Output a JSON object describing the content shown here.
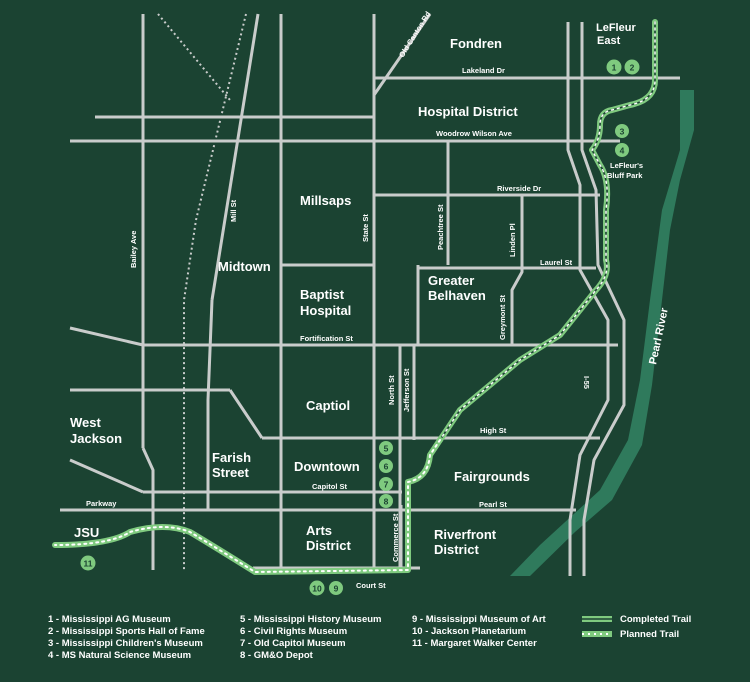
{
  "colors": {
    "background": "#1b4332",
    "road": "#c9cccb",
    "river": "#2f7a5c",
    "trail": "#7fca7f",
    "badge": "#7fca7f"
  },
  "neighborhoods": {
    "fondren": "Fondren",
    "lefleur_east_1": "LeFleur",
    "lefleur_east_2": "East",
    "hospital_district": "Hospital District",
    "millsaps": "Millsaps",
    "midtown": "Midtown",
    "baptist_1": "Baptist",
    "baptist_2": "Hospital",
    "greater_belhaven_1": "Greater",
    "greater_belhaven_2": "Belhaven",
    "west_jackson_1": "West",
    "west_jackson_2": "Jackson",
    "captiol": "Captiol",
    "farish_1": "Farish",
    "farish_2": "Street",
    "downtown": "Downtown",
    "fairgrounds": "Fairgrounds",
    "jsu": "JSU",
    "arts_1": "Arts",
    "arts_2": "District",
    "riverfront_1": "Riverfront",
    "riverfront_2": "District",
    "lefleurs_bluff_1": "LeFleur's",
    "lefleurs_bluff_2": "Bluff Park"
  },
  "streets": {
    "old_canton": "Old Canton Rd",
    "lakeland": "Lakeland Dr",
    "woodrow_wilson": "Woodrow Wilson Ave",
    "riverside": "Riverside Dr",
    "mill": "Mill St",
    "bailey": "Bailey Ave",
    "state": "State St",
    "peachtree": "Peachtree St",
    "linden": "Linden Pl",
    "laurel": "Laurel St",
    "greymont": "Greymont St",
    "fortification": "Fortification St",
    "north": "North St",
    "jefferson": "Jefferson St",
    "high": "High St",
    "capitol": "Capitol St",
    "parkway": "Parkway",
    "pearl": "Pearl St",
    "commerce": "Commerce St",
    "court": "Court St",
    "i55": "I-55"
  },
  "river_label": "Pearl River",
  "markers": [
    "1",
    "2",
    "3",
    "4",
    "5",
    "6",
    "7",
    "8",
    "9",
    "10",
    "11"
  ],
  "legend": {
    "col1": [
      "1 - Mississippi AG Museum",
      "2 - Mississippi Sports Hall of Fame",
      "3 - Mississippi Children's Museum",
      "4 - MS Natural Science Museum"
    ],
    "col2": [
      "5 - Mississippi History Museum",
      "6 - Civil Rights Museum",
      "7 - Old Capitol Museum",
      "8 - GM&O Depot"
    ],
    "col3": [
      "9 - Mississippi Museum of Art",
      "10 - Jackson Planetarium",
      "11 - Margaret Walker Center"
    ],
    "completed": "Completed Trail",
    "planned": "Planned Trail"
  }
}
